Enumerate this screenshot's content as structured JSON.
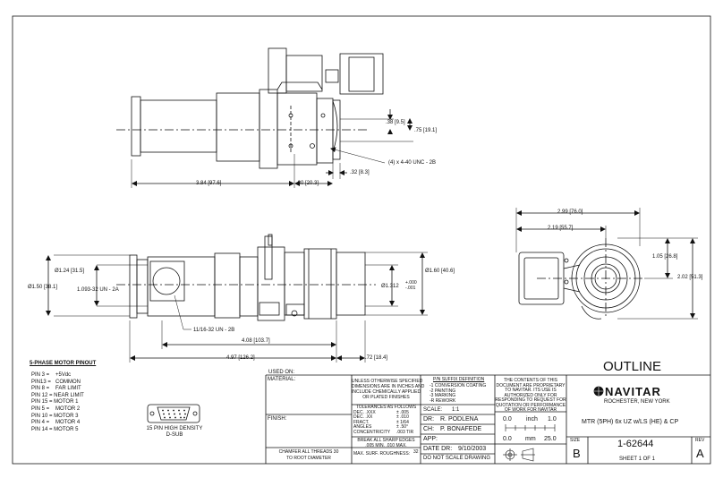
{
  "dimensions": {
    "d_38": ".38 [9.5]",
    "d_75": ".75 [19.1]",
    "d_thread": "(4) x 4-40 UNC - 2B",
    "d_32": ".32 [8.3]",
    "d_80": ".80 [20.3]",
    "d_384": "3.84 [97.6]",
    "d_299": "2.99 [76.0]",
    "d_219": "2.19 [55.7]",
    "d_105": "1.05 [26.8]",
    "d_202": "2.02 [51.3]",
    "d_124": "Ø1.24 [31.5]",
    "d_150": "Ø1.50 [38.1]",
    "d_1093": "1.093-32 UN - 2A",
    "d_1312": "Ø1.312",
    "d_tol_plus": "+.000",
    "d_tol_minus": "-.001",
    "d_160": "Ø1.60 [40.6]",
    "d_1116": "11/16-32 UN - 2B",
    "d_408": "4.08 [103.7]",
    "d_497": "4.97 [126.2]",
    "d_72": ".72 [18.4]"
  },
  "pinout": {
    "title": "5-PHASE MOTOR PINOUT",
    "pins": [
      {
        "pin": "PIN 3 =",
        "sig": "+5Vdc"
      },
      {
        "pin": "PIN13 =",
        "sig": "COMMON"
      },
      {
        "pin": "PIN 8 =",
        "sig": "FAR LIMIT"
      },
      {
        "pin": "PIN 12 = NEAR LIMIT",
        "sig": ""
      },
      {
        "pin": "PIN 15 = MOTOR 1",
        "sig": ""
      },
      {
        "pin": "PIN 5 =",
        "sig": "MOTOR 2"
      },
      {
        "pin": "PIN 10 = MOTOR 3",
        "sig": ""
      },
      {
        "pin": "PIN 4 =",
        "sig": "MOTOR 4"
      },
      {
        "pin": "PIN 14 = MOTOR 5",
        "sig": ""
      }
    ],
    "connector_line1": "15 PIN HIGH DENSITY",
    "connector_line2": "D-SUB"
  },
  "title_block": {
    "outline": "OUTLINE",
    "used_on": "USED ON:",
    "material": "MATERIAL:",
    "finish": "FINISH:",
    "chamfer1": "CHAMFER ALL THREADS 30",
    "chamfer2": "TO ROOT DIAMETER",
    "unless1": "UNLESS OTHERWISE SPECIFIED",
    "unless2": "DIMENSIONS ARE IN INCHES AND",
    "unless3": "INCLUDE CHEMICALLY APPLIED",
    "unless4": "OR PLATED FINISHES",
    "tol_title": "TOLERANCES AS FOLLOWS",
    "tol_rows": [
      {
        "k": "DEC.  .XXX",
        "v": "± .005"
      },
      {
        "k": "DEC.  .XX",
        "v": "± .010"
      },
      {
        "k": "FRACT.",
        "v": "± 1/64"
      },
      {
        "k": "ANGLES",
        "v": "± .50°"
      },
      {
        "k": "CONCENTRICITY",
        "v": ".003 TIR"
      }
    ],
    "break1": "BREAK ALL SHARP EDGES",
    "break2": ".005 MIN.  .010 MAX.",
    "rough": "MAX. SURF. ROUGHNESS:",
    "rough_val": "32",
    "suffix_title": "P/N SUFFIX DEFINITION",
    "suffix_rows": [
      "-1  CONVERSION COATING",
      "-2  PAINTING",
      "-3  MARKING",
      "-R  REWORK"
    ],
    "prop1": "THE CONTENTS OF THIS",
    "prop2": "DOCUMENT ARE PROPRIETARY",
    "prop3": "TO NAVITAR. ITS USE IS",
    "prop4": "AUTHORIZED ONLY FOR",
    "prop5": "RESPONDING TO REQUEST FOR",
    "prop6": "QUOTATION OR PERFORMANCE",
    "prop7": "OF WORK FOR NAVITAR",
    "scale_label": "SCALE:",
    "scale_val": "1:1",
    "dr_label": "DR:",
    "dr_val": "R. PODLENA",
    "ch_label": "CH:",
    "ch_val": "P. BONAFEDE",
    "app_label": "APP:",
    "date_label": "DATE DR:",
    "date_val": "9/10/2003",
    "dns": "DO NOT SCALE DRAWING",
    "inch_0": "0.0",
    "inch_label": "inch",
    "inch_1": "1.0",
    "mm_0": "0.0",
    "mm_label": "mm",
    "mm_25": "25.0",
    "logo": "NAVITAR",
    "city": "ROCHESTER, NEW YORK",
    "desc": "MTR (5PH) 6x UZ w/LS (HE) & CP",
    "size_label": "SIZE",
    "size_val": "B",
    "part_no": "1-62644",
    "sheet": "SHEET  1  OF   1",
    "rev_label": "REV",
    "rev_val": "A"
  }
}
